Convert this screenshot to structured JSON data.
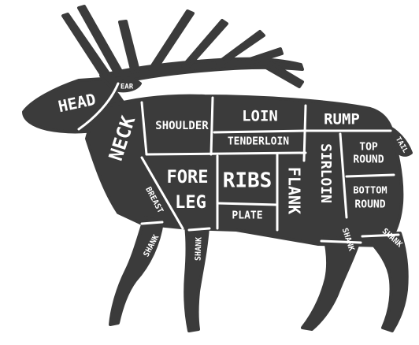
{
  "colors": {
    "background": "#ffffff",
    "animal": "#3b3b3b",
    "seam": "#ffffff",
    "label": "#ffffff"
  },
  "labels": {
    "head": "HEAD",
    "ear": "EAR",
    "neck": "NECK",
    "shoulder": "SHOULDER",
    "loin": "LOIN",
    "tenderloin": "TENDERLOIN",
    "rump": "RUMP",
    "tail": "TAIL",
    "fore_leg_top": "FORE",
    "fore_leg_bottom": "LEG",
    "ribs": "RIBS",
    "plate": "PLATE",
    "flank": "FLANK",
    "sirloin": "SIRLOIN",
    "top_round_top": "TOP",
    "top_round_bottom": "ROUND",
    "bottom_round_top": "BOTTOM",
    "bottom_round_bottom": "ROUND",
    "breast": "BREAST",
    "front_shank": "SHANK",
    "fore_shank": "SHANK",
    "hind_shank": "SHANK",
    "rear_shank": "SHANK"
  }
}
